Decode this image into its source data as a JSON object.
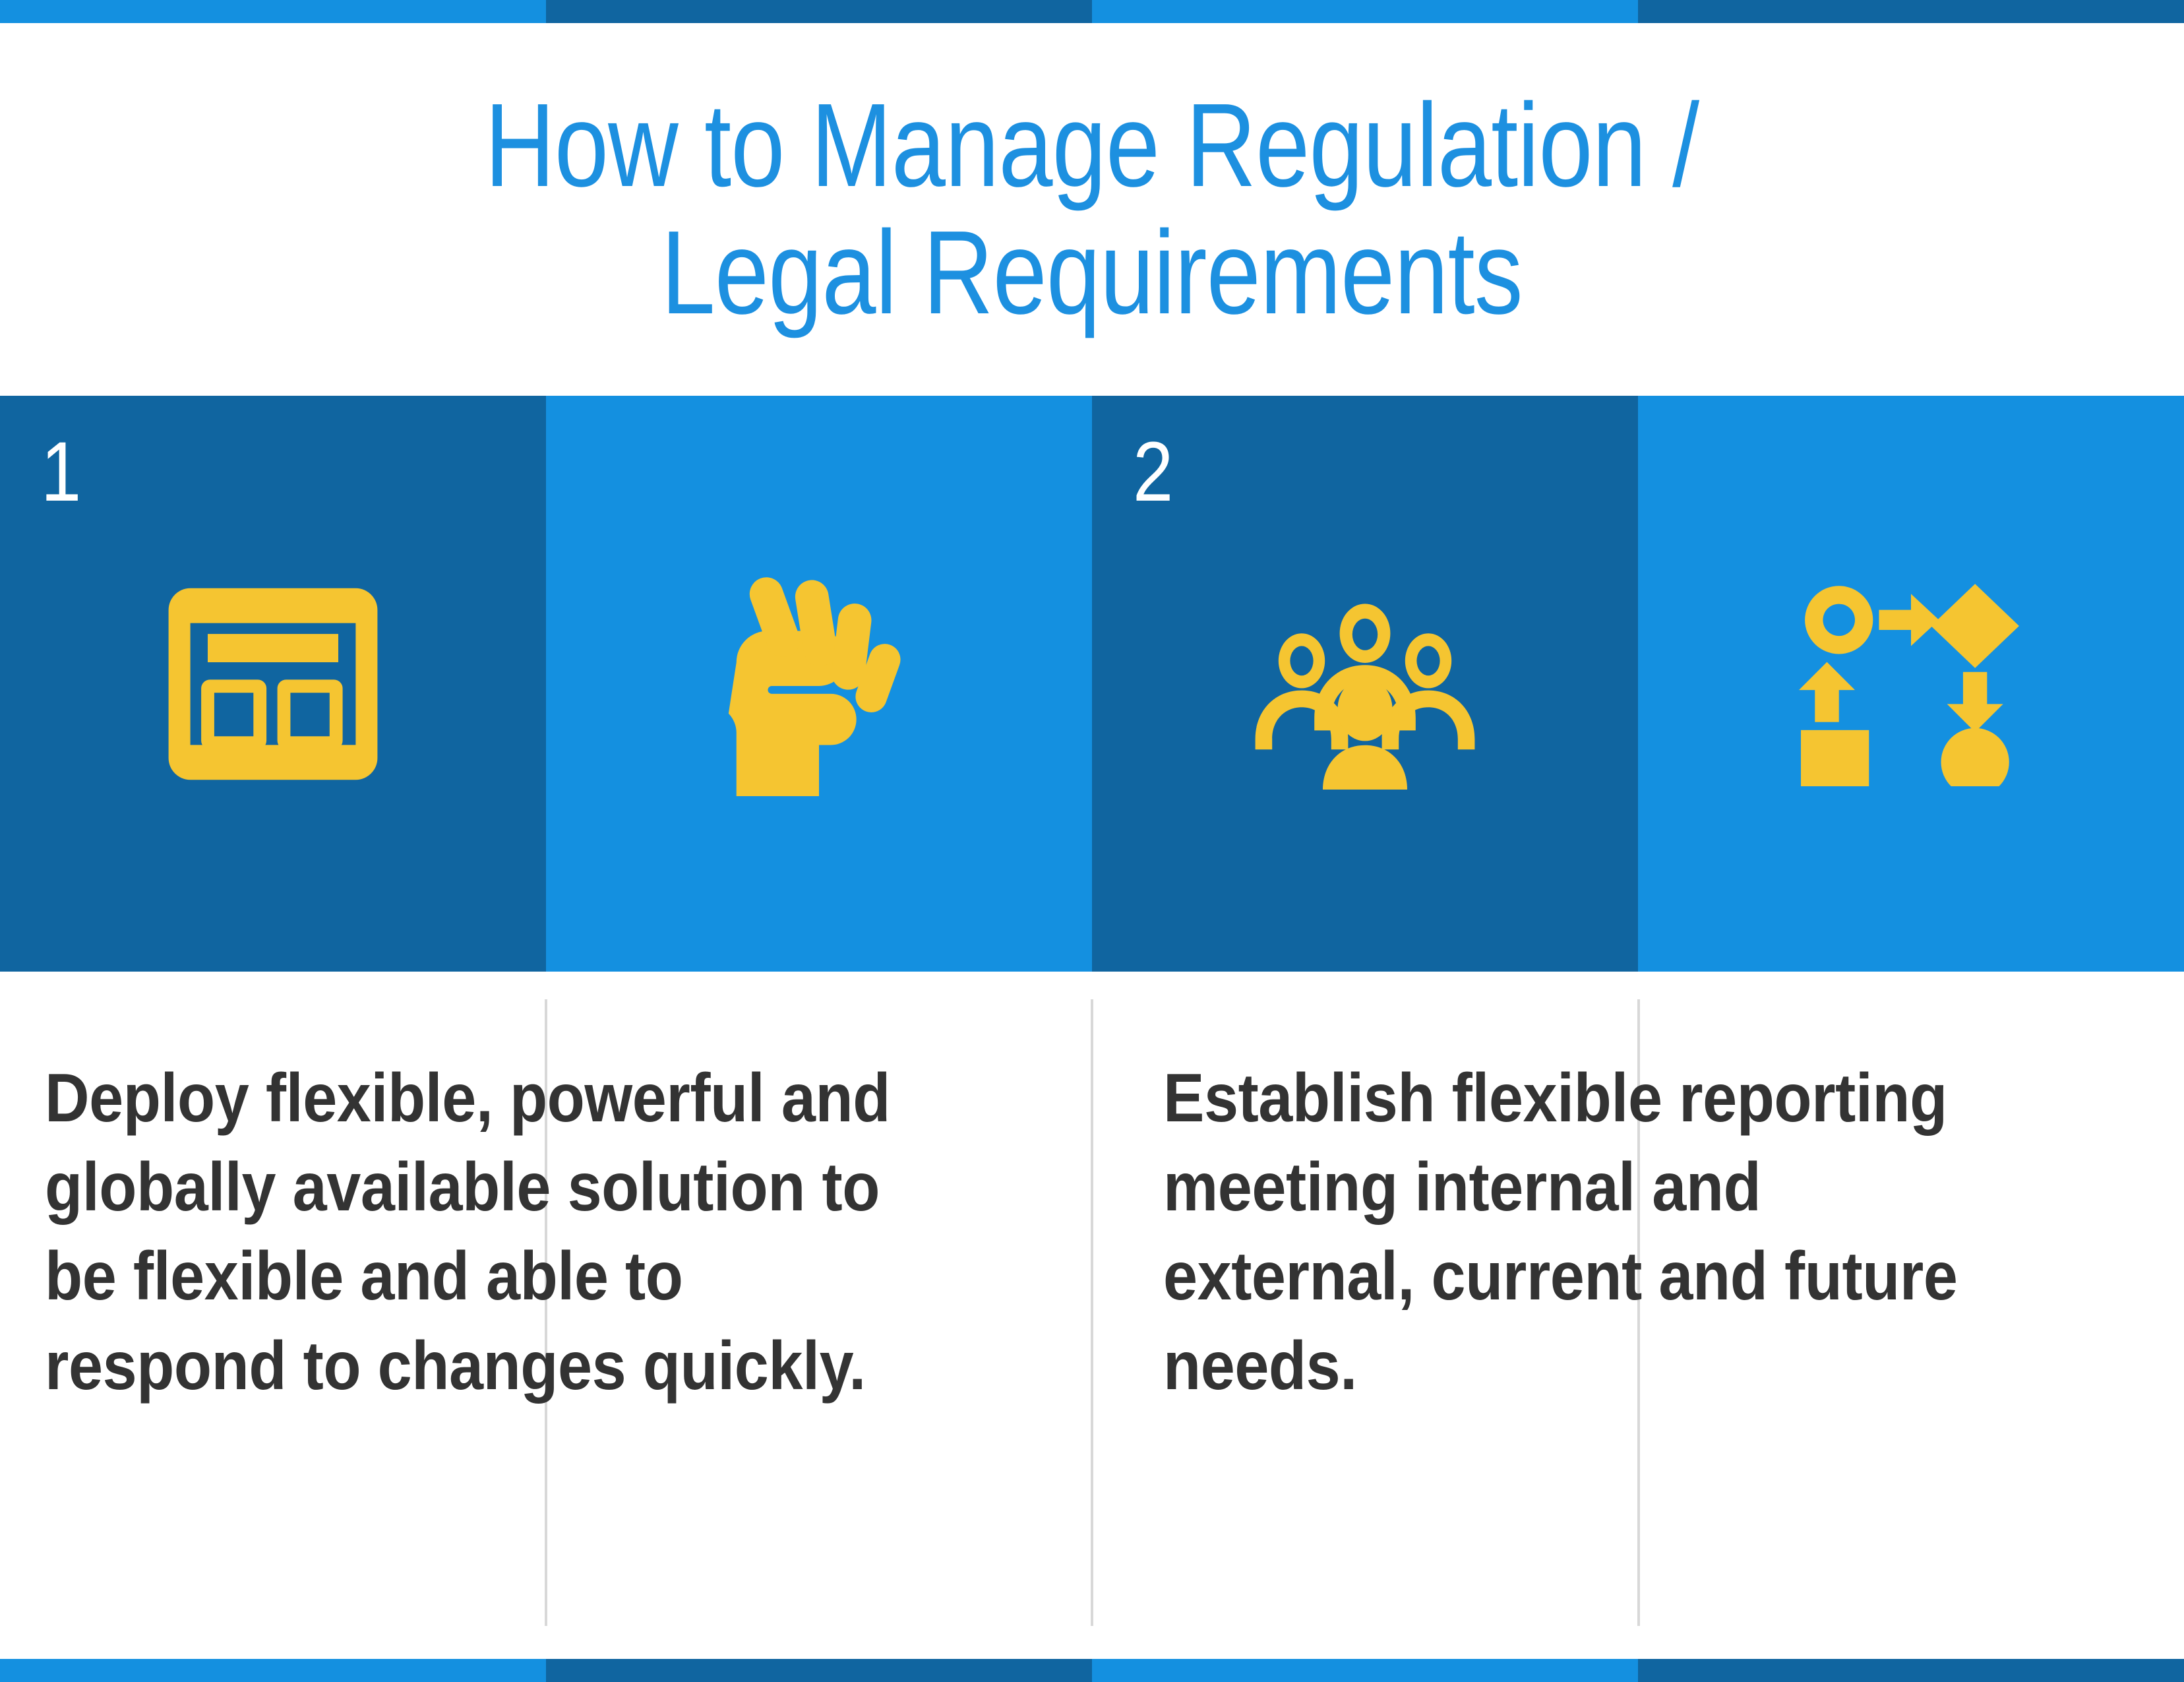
{
  "colors": {
    "light_blue": "#1490e0",
    "dark_blue": "#1065a0",
    "title_blue": "#1d90e0",
    "icon_yellow": "#f5c531",
    "body_text": "#333333",
    "number_white": "#ffffff",
    "rule_gray": "#d8d8d8",
    "background": "#ffffff"
  },
  "header": {
    "title": "How to Manage Regulation /\nLegal Requirements"
  },
  "top_band": {
    "segments": [
      "#1490e0",
      "#1065a0",
      "#1490e0",
      "#1065a0"
    ]
  },
  "bottom_band": {
    "segments": [
      "#1490e0",
      "#1065a0",
      "#1490e0",
      "#1065a0"
    ]
  },
  "panels": [
    {
      "number": "1",
      "background": "#1065a0",
      "icon": "dashboard-layout-icon",
      "has_number": true
    },
    {
      "number": "",
      "background": "#1490e0",
      "icon": "raised-fist-icon",
      "has_number": false
    },
    {
      "number": "2",
      "background": "#1065a0",
      "icon": "people-group-icon",
      "has_number": true
    },
    {
      "number": "",
      "background": "#1490e0",
      "icon": "workflow-flowchart-icon",
      "has_number": false
    }
  ],
  "body": {
    "items": [
      {
        "text": "Deploy flexible, powerful and globally available solution to be flexible and able to respond to changes quickly."
      },
      {
        "text": "Establish flexible reporting meeting internal and external, current and future needs."
      }
    ]
  }
}
